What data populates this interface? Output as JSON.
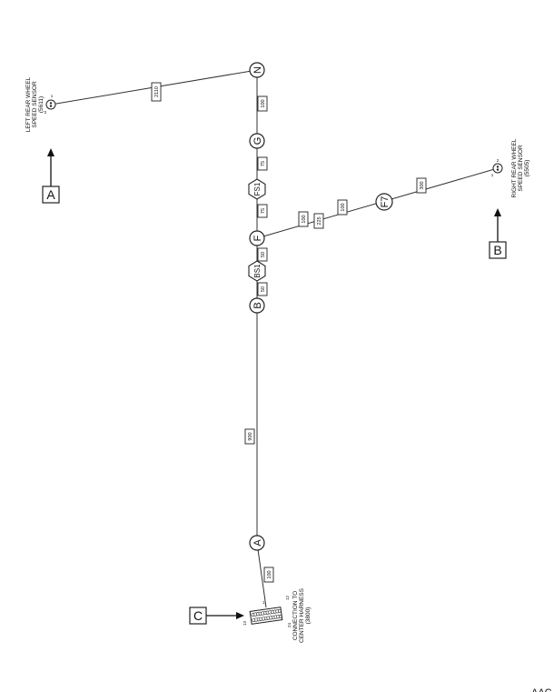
{
  "nodes": [
    {
      "id": "N",
      "shape": "circle"
    },
    {
      "id": "G",
      "shape": "circle"
    },
    {
      "id": "FS1",
      "shape": "hex"
    },
    {
      "id": "F",
      "shape": "circle"
    },
    {
      "id": "BS1",
      "shape": "hex"
    },
    {
      "id": "B",
      "shape": "circle"
    },
    {
      "id": "A",
      "shape": "circle"
    },
    {
      "id": "F7",
      "shape": "circle"
    }
  ],
  "wire_lengths": {
    "n_to_left_sensor": "2110",
    "n_to_g": "100",
    "g_to_fs1": "75",
    "fs1_to_f": "75",
    "f_to_bs1": "50",
    "bs1_to_b": "50",
    "b_to_a": "900",
    "a_to_connector": "100",
    "f_branch_1": "100",
    "f_branch_2": "225",
    "f_branch_3": "100",
    "f7_to_right_sensor": "300"
  },
  "components": {
    "left_sensor": {
      "lines": [
        "LEFT REAR WHEEL",
        "SPEED SENSOR",
        "(5611)"
      ],
      "pin_top": "1",
      "pin_bottom": "2"
    },
    "right_sensor": {
      "lines": [
        "RIGHT REAR WHEEL",
        "SPEED SENSOR",
        "(5505)"
      ],
      "pin_top": "2",
      "pin_bottom": "1"
    },
    "connector": {
      "lines": [
        "CONNECTION TO",
        "CENTER HARNESS",
        "(3800)"
      ],
      "pin_a": "1",
      "pin_b": "13",
      "pin_c": "12",
      "pin_d": "24"
    }
  },
  "callouts": [
    {
      "id": "A"
    },
    {
      "id": "B"
    },
    {
      "id": "C"
    }
  ],
  "page_id": "AAC"
}
